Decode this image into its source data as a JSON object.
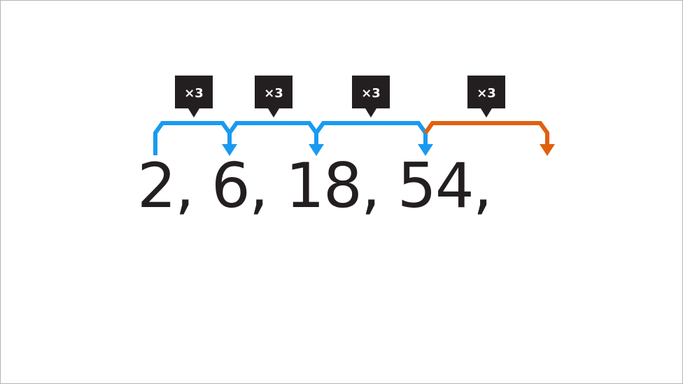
{
  "sequence": "2, 6, 18, 54,",
  "steps": [
    {
      "label": "×3",
      "color": "#1a9af0"
    },
    {
      "label": "×3",
      "color": "#1a9af0"
    },
    {
      "label": "×3",
      "color": "#1a9af0"
    },
    {
      "label": "×3",
      "color": "#e0600f"
    }
  ],
  "colors": {
    "text": "#231f20",
    "label_bg": "#231f20",
    "known_step": "#1a9af0",
    "next_step": "#e0600f"
  }
}
